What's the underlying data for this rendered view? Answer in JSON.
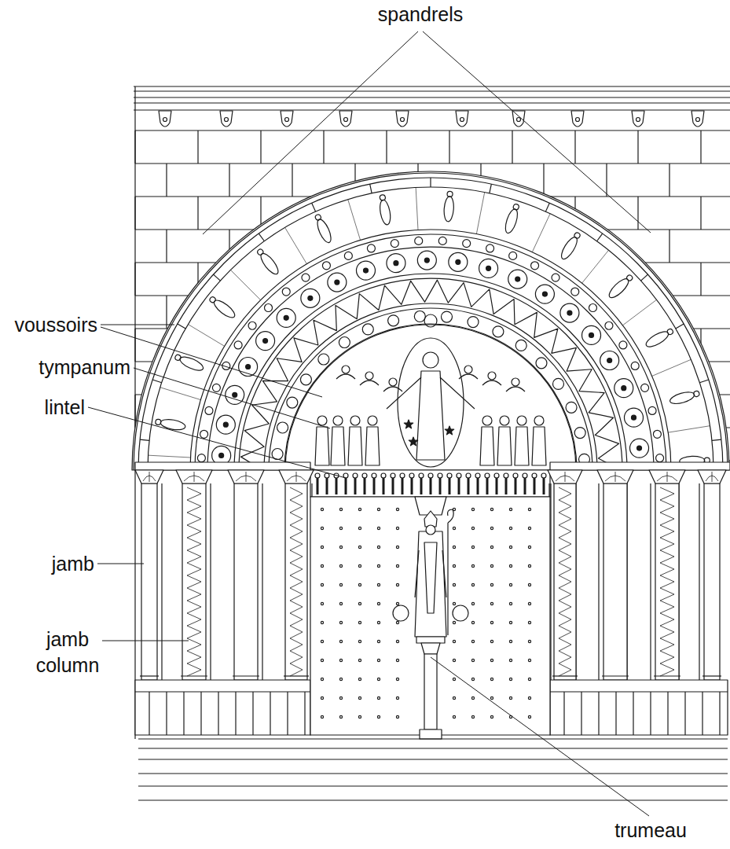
{
  "diagram": {
    "labels": [
      "spandrels",
      "voussoirs",
      "tympanum",
      "lintel",
      "jamb",
      "jamb column",
      "trumeau"
    ]
  }
}
